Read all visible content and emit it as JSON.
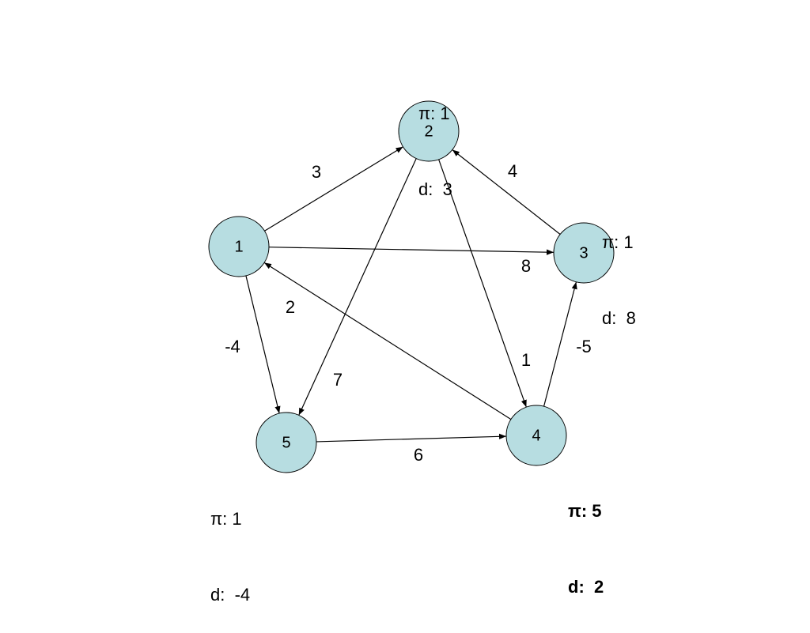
{
  "nodes": [
    {
      "id": "1",
      "label": "1"
    },
    {
      "id": "2",
      "label": "2",
      "pi": "π: 1",
      "d": "d:  3"
    },
    {
      "id": "3",
      "label": "3",
      "pi": "π: 1",
      "d": "d:  8"
    },
    {
      "id": "4",
      "label": "4",
      "pi": "π: 5",
      "d": "d:  2",
      "highlighted": true
    },
    {
      "id": "5",
      "label": "5",
      "pi": "π: 1",
      "d": "d:  -4"
    }
  ],
  "edges": [
    {
      "from": "1",
      "to": "2",
      "weight": "3"
    },
    {
      "from": "1",
      "to": "3",
      "weight": "8"
    },
    {
      "from": "1",
      "to": "5",
      "weight": "-4"
    },
    {
      "from": "2",
      "to": "4",
      "weight": "1"
    },
    {
      "from": "2",
      "to": "5",
      "weight": "7"
    },
    {
      "from": "3",
      "to": "2",
      "weight": "4"
    },
    {
      "from": "4",
      "to": "1",
      "weight": "2"
    },
    {
      "from": "4",
      "to": "3",
      "weight": "-5"
    },
    {
      "from": "5",
      "to": "4",
      "weight": "6"
    }
  ],
  "colors": {
    "node_fill": "#b7dde1",
    "stroke": "#000000",
    "text": "#000000"
  }
}
